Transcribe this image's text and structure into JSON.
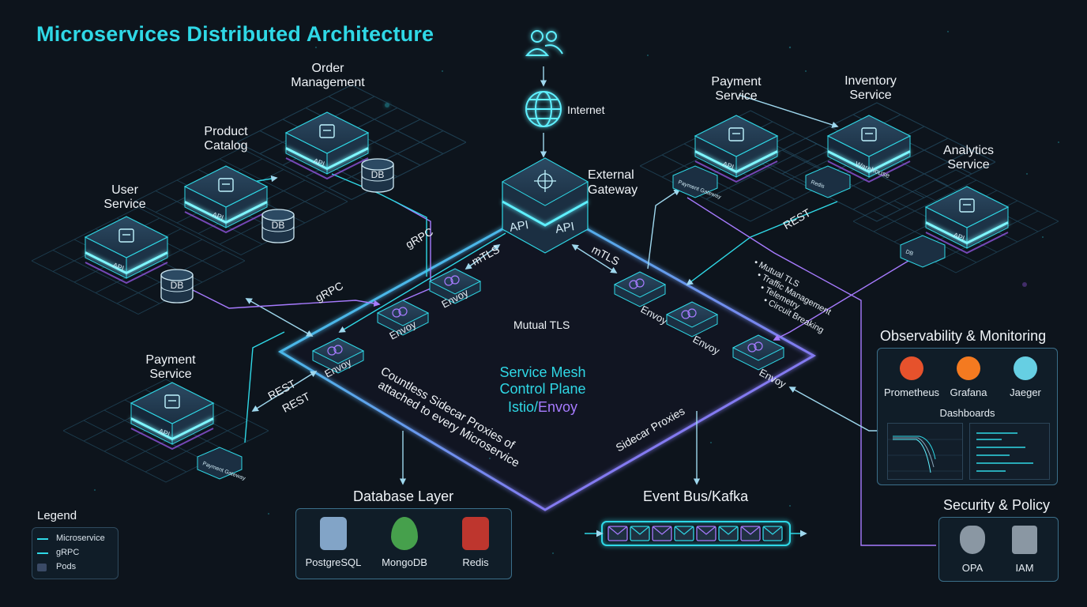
{
  "title": "Microservices Distributed Architecture",
  "client": {
    "icon": "users-icon",
    "internet_label": "Internet"
  },
  "gateway": {
    "label_line1": "External",
    "label_line2": "Gateway",
    "face_left": "API",
    "face_right": "API"
  },
  "services": {
    "user": {
      "line1": "User",
      "line2": "Service",
      "icon": "user-icon",
      "tag": "API",
      "db": "DB"
    },
    "product": {
      "line1": "Product",
      "line2": "Catalog",
      "icon": "catalog-icon",
      "tag": "API",
      "db": "DB"
    },
    "order": {
      "line1": "Order",
      "line2": "Management",
      "icon": "cart-icon",
      "tag": "API",
      "db": "DB"
    },
    "payment_left": {
      "line1": "Payment",
      "line2": "Service",
      "icon": "wallet-icon",
      "tag": "API",
      "sub": "Payment Gateway"
    },
    "payment_right": {
      "line1": "Payment",
      "line2": "Service",
      "icon": "wallet-icon",
      "tag": "API",
      "sub": "Payment Gateway"
    },
    "inventory": {
      "line1": "Inventory",
      "line2": "Service",
      "icon": "warehouse-icon",
      "tag": "Warehouse",
      "sub": "Redis"
    },
    "analytics": {
      "line1": "Analytics",
      "line2": "Service",
      "icon": "chart-icon",
      "tag": "API",
      "db": "DB"
    }
  },
  "connections": {
    "grpc_1": "gRPC",
    "grpc_2": "gRPC",
    "mtls_1": "mTLS",
    "mtls_2": "mTLS",
    "rest_1": "REST",
    "rest_2": "REST",
    "rest_3": "REST",
    "mutual_tls": "Mutual TLS",
    "envoy": "Envoy",
    "sidecar_proxies": "Sidecar Proxies",
    "countless_line1": "Countless Sidecar Proxies of",
    "countless_line2": "attached to every Microservice"
  },
  "mesh_features": [
    "Mutual TLS",
    "Traffic Management",
    "Telemetry",
    "Circuit Breaking"
  ],
  "control_plane": {
    "line1": "Service Mesh",
    "line2": "Control Plane",
    "line3_a": "Istio/",
    "line3_b": "Envoy"
  },
  "database_layer": {
    "title": "Database Layer",
    "items": [
      {
        "label": "PostgreSQL",
        "icon": "postgresql-icon"
      },
      {
        "label": "MongoDB",
        "icon": "mongodb-icon"
      },
      {
        "label": "Redis",
        "icon": "redis-icon"
      }
    ]
  },
  "event_bus": {
    "title": "Event Bus/Kafka",
    "message_count": 8,
    "icon": "envelope-icon"
  },
  "observability": {
    "title": "Observability & Monitoring",
    "tools": [
      {
        "label": "Prometheus",
        "icon": "prometheus-icon"
      },
      {
        "label": "Grafana",
        "icon": "grafana-icon"
      },
      {
        "label": "Jaeger",
        "icon": "jaeger-icon"
      }
    ],
    "dashboards_label": "Dashboards"
  },
  "security": {
    "title": "Security & Policy",
    "tools": [
      {
        "label": "OPA",
        "icon": "opa-icon"
      },
      {
        "label": "IAM",
        "icon": "iam-lock-icon"
      }
    ]
  },
  "legend": {
    "title": "Legend",
    "items": [
      {
        "label": "Microservice",
        "color": "#2fd8e6"
      },
      {
        "label": "gRPC",
        "color": "#2fd8e6"
      },
      {
        "label": "Pods",
        "color": "#3a4a66"
      }
    ]
  },
  "colors": {
    "accent": "#2fd8e6",
    "mesh": "#9b5cf6",
    "bg": "#0d141c"
  }
}
